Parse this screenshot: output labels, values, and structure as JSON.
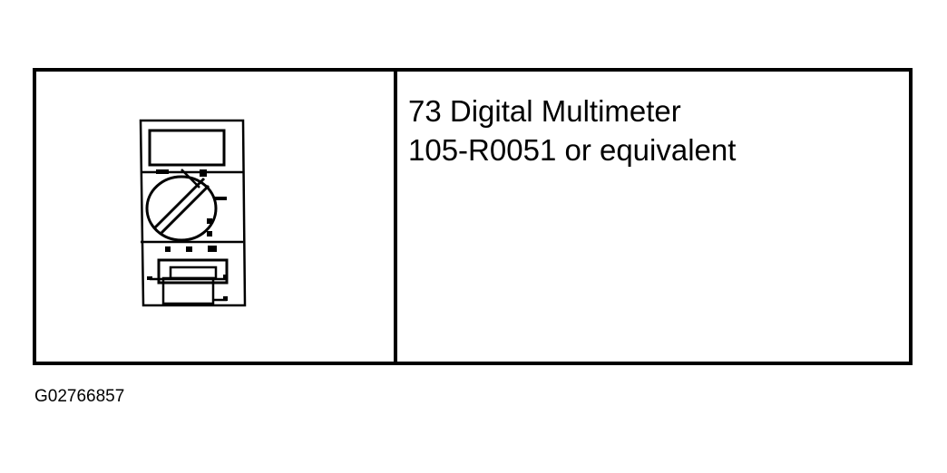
{
  "tool": {
    "line1": "73 Digital Multimeter",
    "line2": "105-R0051 or equivalent",
    "illustration": "digital-multimeter-icon"
  },
  "figure": {
    "id": "G02766857"
  },
  "colors": {
    "border": "#000000",
    "background": "#ffffff"
  }
}
